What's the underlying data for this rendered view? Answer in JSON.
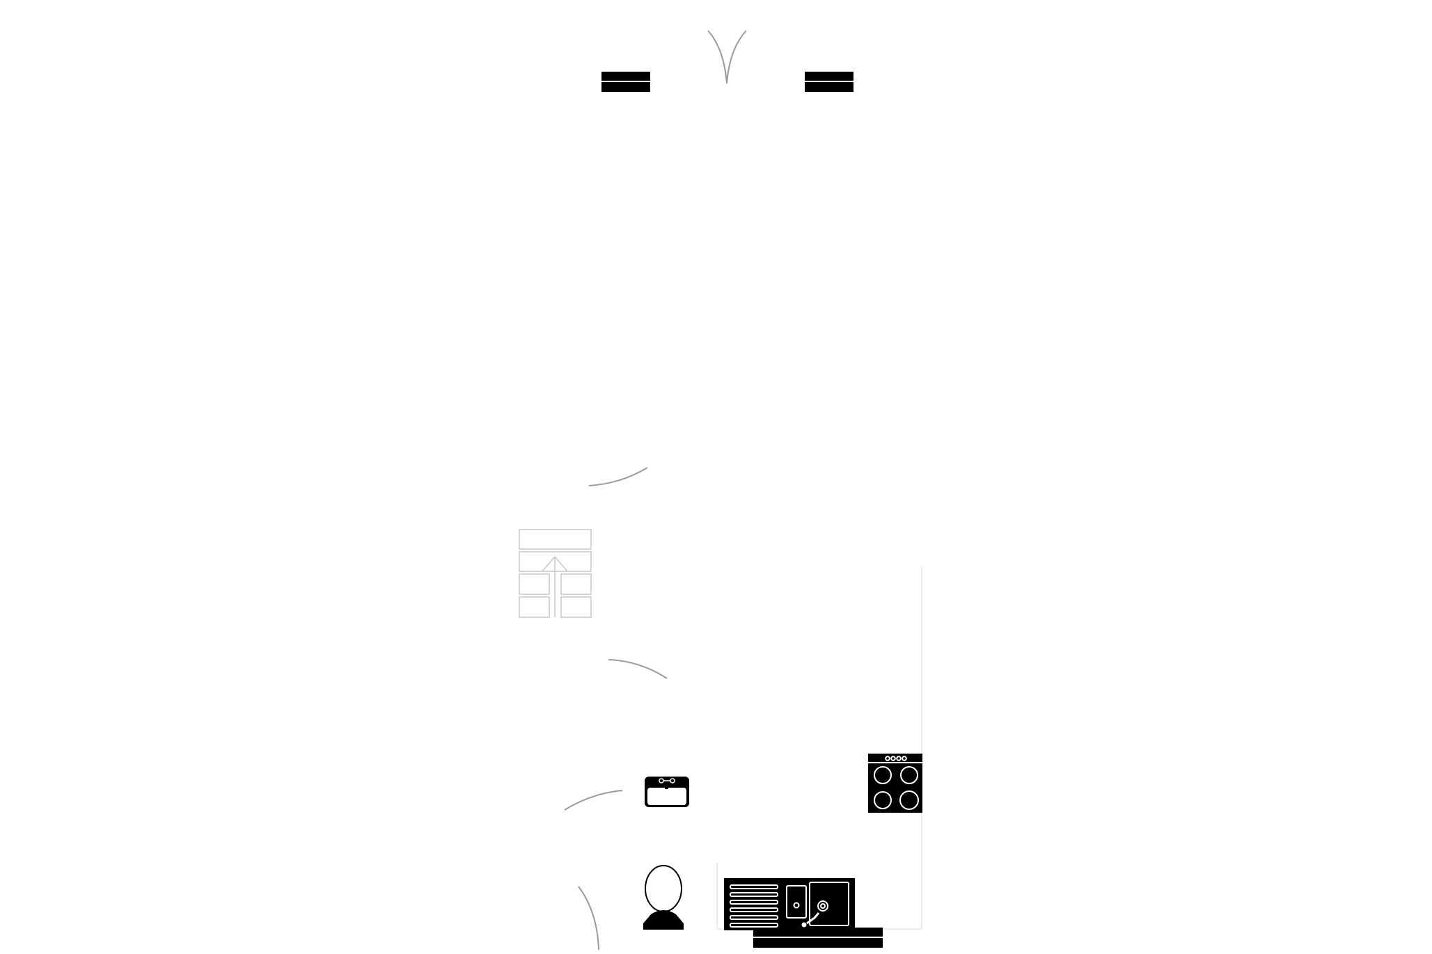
{
  "plan": {
    "fixtures": [
      {
        "kind": "window",
        "icon": "window-icon",
        "count": 3
      },
      {
        "kind": "door-swing",
        "icon": "door-swing-icon",
        "count": 6
      },
      {
        "kind": "staircase",
        "icon": "stairs-icon",
        "direction": "up"
      },
      {
        "kind": "basin",
        "icon": "sink-icon"
      },
      {
        "kind": "toilet",
        "icon": "toilet-icon"
      },
      {
        "kind": "hob",
        "icon": "stove-icon",
        "burners": 4,
        "knobs": 4
      },
      {
        "kind": "kitchen-sink",
        "icon": "kitchen-sink-icon",
        "bowls": 2,
        "drainer_ridges": 6
      }
    ],
    "colors": {
      "background": "#ffffff",
      "fixture": "#000000",
      "door_arc": "#9a9a9a",
      "stairs": "#c8c8c8"
    }
  }
}
